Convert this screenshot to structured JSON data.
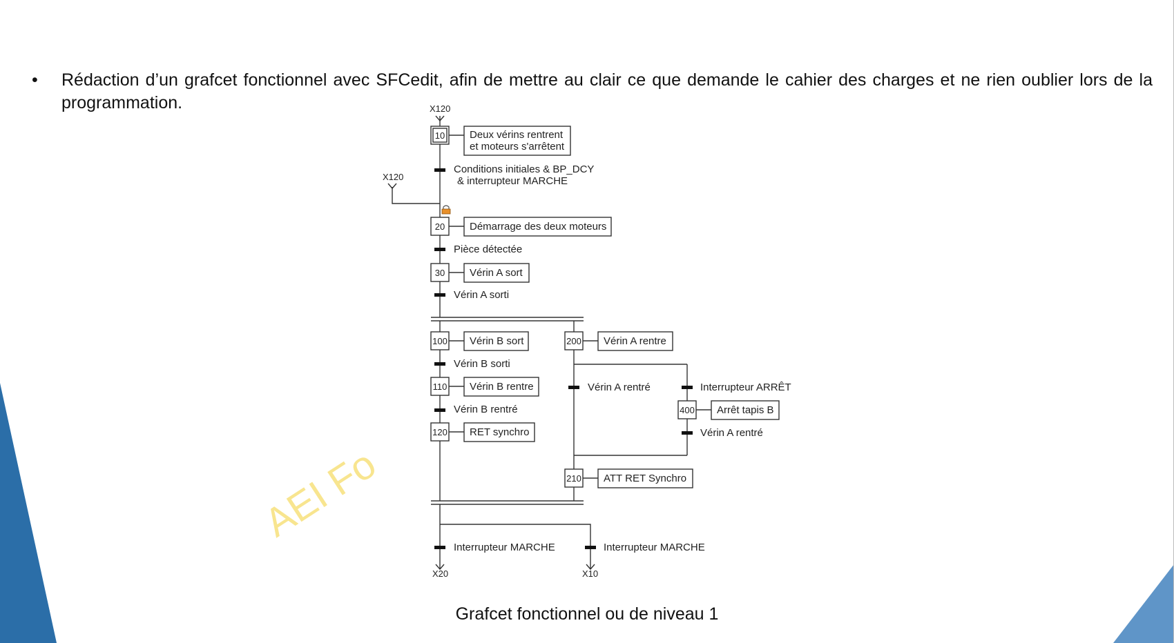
{
  "slide": {
    "bullet_symbol": "•",
    "bullet_text": "Rédaction d’un grafcet fonctionnel avec SFCedit, afin de mettre au clair ce que demande le cahier des charges et ne rien oublier lors de la programmation.",
    "caption": "Grafcet fonctionnel ou de niveau 1",
    "watermark": "AEI Fo",
    "colors": {
      "accent_blue": "#2B6EA8",
      "watermark_yellow": "#F6DC6A",
      "lock_orange": "#E8902A"
    }
  },
  "grafcet": {
    "labels": {
      "top_ref": "X120",
      "left_ref": "X120",
      "end_ref_1": "X20",
      "end_ref_2": "X10"
    },
    "steps": {
      "s10": "10",
      "s20": "20",
      "s30": "30",
      "s100": "100",
      "s110": "110",
      "s120": "120",
      "s200": "200",
      "s210": "210",
      "s400": "400"
    },
    "actions": {
      "a10_line1": "Deux vérins rentrent",
      "a10_line2": "et moteurs s'arrêtent",
      "a20": "Démarrage des deux moteurs",
      "a30": "Vérin A sort",
      "a100": "Vérin B sort",
      "a110": "Vérin B rentre",
      "a120": "RET synchro",
      "a200": "Vérin A rentre",
      "a210": "ATT RET Synchro",
      "a400": "Arrêt tapis B"
    },
    "transitions": {
      "t10_line1": "Conditions initiales & BP_DCY",
      "t10_line2": "& interrupteur MARCHE",
      "t20": "Pièce détectée",
      "t30": "Vérin A sorti",
      "t100": "Vérin B sorti",
      "t110": "Vérin B rentré",
      "t200": "Vérin A rentré",
      "t_stop": "Interrupteur ARRÊT",
      "t400": "Vérin A rentré",
      "t_end1": "Interrupteur MARCHE",
      "t_end2": "Interrupteur MARCHE"
    }
  }
}
